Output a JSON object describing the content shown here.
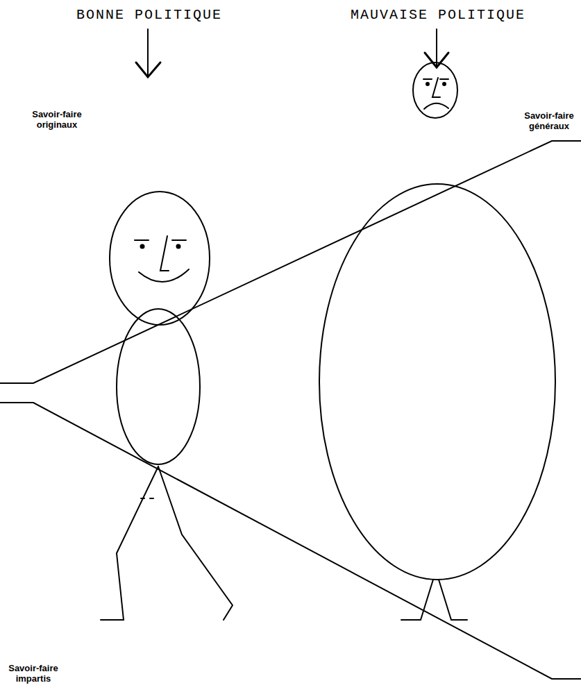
{
  "diagram": {
    "labels": [
      "BONNE POLITIQUE",
      "MAUVAISE POLITIQUE",
      "Savoir-faire originaux",
      "Savoir-faire généraux",
      "Savoir-faire impartis"
    ]
  }
}
